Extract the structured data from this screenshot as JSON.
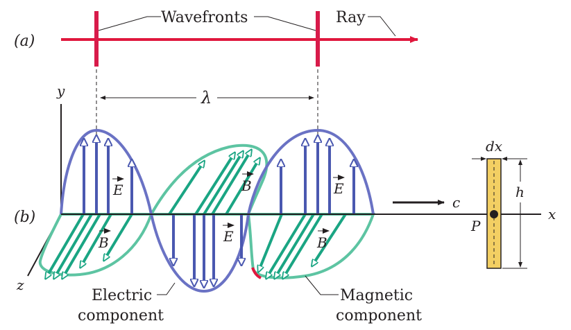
{
  "panel_a": {
    "label": "(a)",
    "wavefronts_label": "Wavefronts",
    "ray_label": "Ray"
  },
  "panel_b": {
    "label": "(b)",
    "wavelength_label": "λ",
    "axis_x": "x",
    "axis_y": "y",
    "axis_z": "z",
    "E_label": "E",
    "B_label": "B",
    "speed_label": "c",
    "electric_label_1": "Electric",
    "electric_label_2": "component",
    "magnetic_label_1": "Magnetic",
    "magnetic_label_2": "component",
    "strip": {
      "width_label": "dx",
      "height_label": "h",
      "point_label": "P"
    }
  },
  "colors": {
    "ray": "#e0173d",
    "wavefront": "#d81b4a",
    "electric": "#4a58b0",
    "electric_outline": "#6a72c4",
    "magnetic": "#1aa583",
    "magnetic_outline": "#5dc4a2",
    "strip": "#f3cf63",
    "axis": "#231f20"
  }
}
